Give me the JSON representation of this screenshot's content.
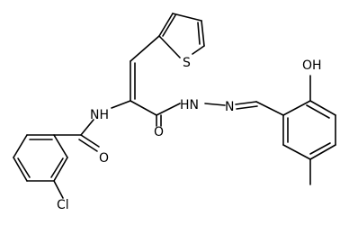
{
  "atoms": {
    "S": "S",
    "OH": "OH",
    "NH": "NH",
    "HN": "HN",
    "N": "N",
    "O_amide": "O",
    "O_benz": "O",
    "Cl": "Cl"
  }
}
